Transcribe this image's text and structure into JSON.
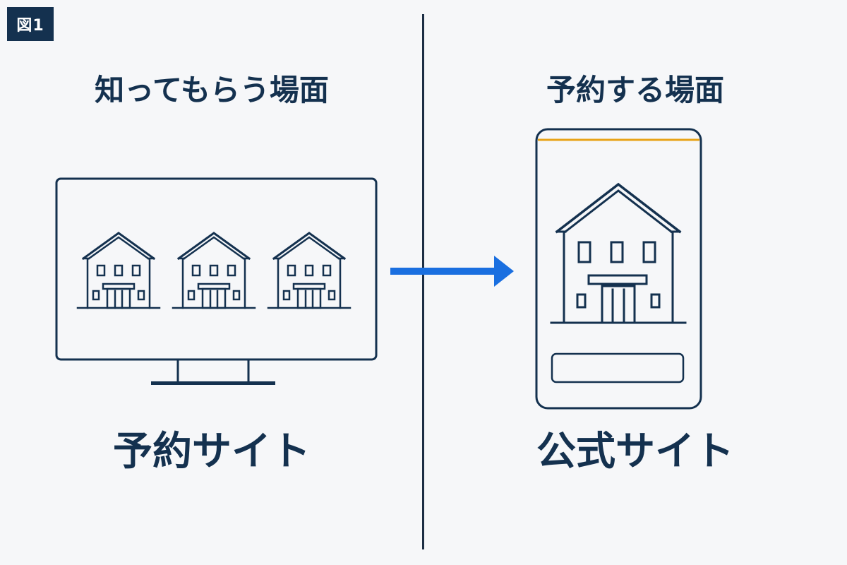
{
  "figure_label": "図1",
  "left_panel": {
    "heading": "知ってもらう場面",
    "site_label": "予約サイト",
    "houses": [
      {
        "icon": "house-icon"
      },
      {
        "icon": "house-icon"
      },
      {
        "icon": "house-icon"
      }
    ]
  },
  "right_panel": {
    "heading": "予約する場面",
    "site_label": "公式サイト",
    "house": {
      "icon": "house-icon"
    }
  },
  "colors": {
    "navy": "#14314f",
    "arrow_blue": "#1a6fe0",
    "phone_accent": "#e8a317",
    "background": "#f6f7f9"
  }
}
